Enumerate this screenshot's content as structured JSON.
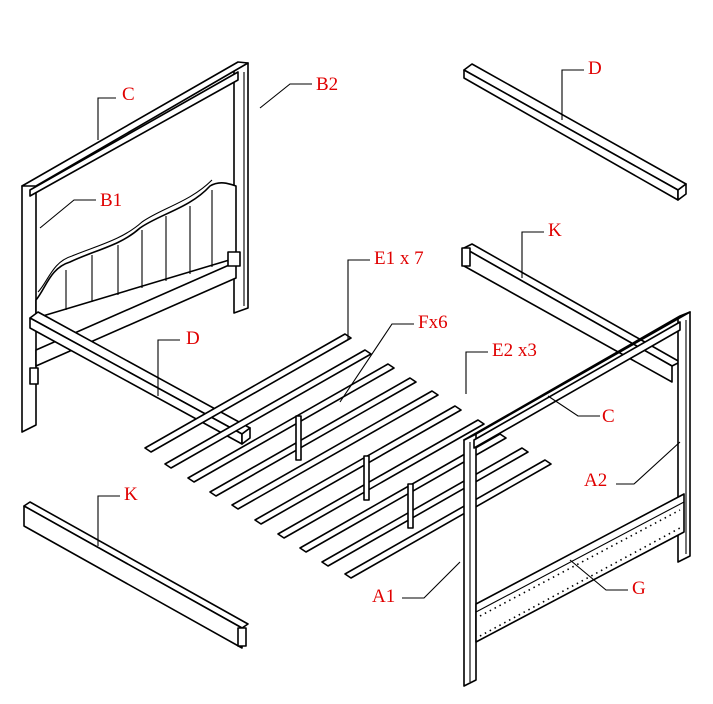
{
  "colors": {
    "label": "#e00000",
    "line": "#000000",
    "background": "#ffffff"
  },
  "labels": {
    "C_top": "C",
    "B2": "B2",
    "D_top": "D",
    "B1": "B1",
    "K_right": "K",
    "E1": "E1 x 7",
    "Fx6": "Fx6",
    "D_left": "D",
    "E2": "E2 x3",
    "C_right": "C",
    "A2": "A2",
    "K_left": "K",
    "G": "G",
    "A1": "A1"
  }
}
